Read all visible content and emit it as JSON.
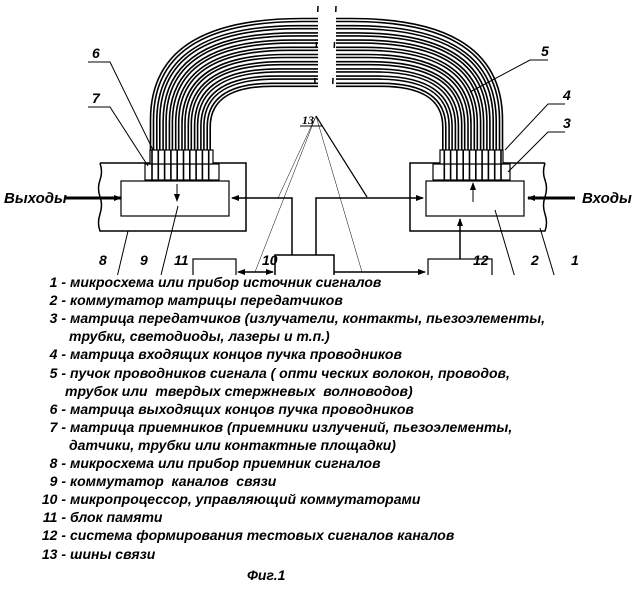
{
  "diagram": {
    "labels": {
      "l1": "1",
      "l2": "2",
      "l3": "3",
      "l4": "4",
      "l5": "5",
      "l6": "6",
      "l7": "7",
      "l8": "8",
      "l9": "9",
      "l10": "10",
      "l11": "11",
      "l12": "12",
      "l13": "13"
    },
    "outputs_label": "Выходы",
    "inputs_label": "Входы"
  },
  "legend": [
    {
      "num": "1",
      "text": "микросхема или прибор источник сигналов"
    },
    {
      "num": "2",
      "text": "коммутатор матрицы передатчиков"
    },
    {
      "num": "3",
      "text": "матрица передатчиков (излучатели, контакты, пьезоэлементы,",
      "cont": "трубки, светодиоды, лазеры и т.п.)"
    },
    {
      "num": "4",
      "text": "матрица входящих концов пучка проводников"
    },
    {
      "num": "5",
      "text": "пучок проводников сигнала ( опти ческих волокон, проводов,",
      "cont": "трубок или  твердых стержневых  волноводов)"
    },
    {
      "num": "6",
      "text": "матрица выходящих концов пучка проводников"
    },
    {
      "num": "7",
      "text": "матрица приемников (приемники излучений, пьезоэлементы,",
      "cont": "датчики, трубки или контактные площадки)"
    },
    {
      "num": "8",
      "text": "микросхема или прибор приемник сигналов"
    },
    {
      "num": "9",
      "text": "коммутатор  каналов  связи"
    },
    {
      "num": "10",
      "text": "микропроцессор, управляющий коммутаторами"
    },
    {
      "num": "11",
      "text": "блок памяти"
    },
    {
      "num": "12",
      "text": "система формирования тестовых сигналов каналов"
    },
    {
      "num": "13",
      "text": "шины связи"
    }
  ],
  "figure_caption": "Фиг.1"
}
